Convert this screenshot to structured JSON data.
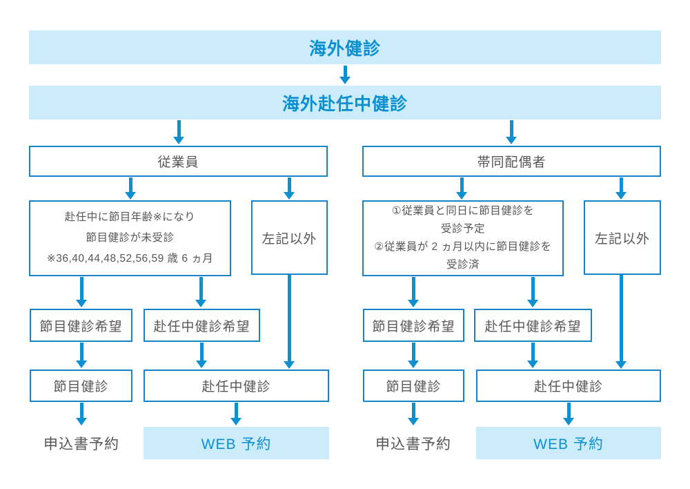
{
  "colors": {
    "accent_blue": "#0a90d0",
    "light_blue_bg": "#cdecfb",
    "border_blue": "#1484c6",
    "arrow_blue": "#0d8fd0",
    "text_gray": "#565656"
  },
  "banners": {
    "top": "海外健診",
    "second": "海外赴任中健診"
  },
  "employee": {
    "title": "従業員",
    "condition_lines": [
      "赴任中に節目年齢※になり",
      "節目健診が未受診",
      "※36,40,44,48,52,56,59 歳 6 ヵ月"
    ],
    "other": "左記以外",
    "wish_milestone": "節目健診希望",
    "wish_assignment": "赴任中健診希望",
    "milestone": "節目健診",
    "assignment": "赴任中健診",
    "paper_booking": "申込書予約",
    "web_booking": "WEB 予約"
  },
  "spouse": {
    "title": "帯同配偶者",
    "condition_lines": [
      "①従業員と同日に節目健診を",
      "受診予定",
      "②従業員が 2 ヵ月以内に節目健診を",
      "受診済"
    ],
    "other": "左記以外",
    "wish_milestone": "節目健診希望",
    "wish_assignment": "赴任中健診希望",
    "milestone": "節目健診",
    "assignment": "赴任中健診",
    "paper_booking": "申込書予約",
    "web_booking": "WEB 予約"
  }
}
